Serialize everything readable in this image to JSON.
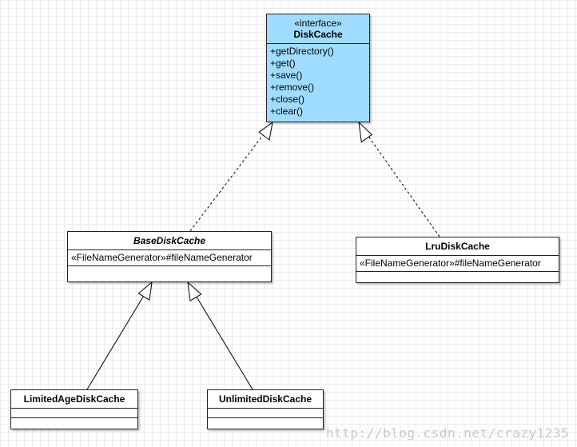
{
  "diagram": {
    "classes": {
      "disk_cache": {
        "stereotype": "«interface»",
        "name": "DiskCache",
        "fill": "#9fdcff",
        "operations": [
          "+getDirectory()",
          "+get()",
          "+save()",
          "+remove()",
          "+close()",
          "+clear()"
        ]
      },
      "base_disk_cache": {
        "name": "BaseDiskCache",
        "attributes": [
          "«FileNameGenerator»#fileNameGenerator"
        ]
      },
      "lru_disk_cache": {
        "name": "LruDiskCache",
        "attributes": [
          "«FileNameGenerator»#fileNameGenerator"
        ]
      },
      "limited_age_disk_cache": {
        "name": "LimitedAgeDiskCache"
      },
      "unlimited_disk_cache": {
        "name": "UnlimitedDiskCache"
      }
    },
    "relations": [
      {
        "type": "realization",
        "from": "BaseDiskCache",
        "to": "DiskCache"
      },
      {
        "type": "realization",
        "from": "LruDiskCache",
        "to": "DiskCache"
      },
      {
        "type": "generalization",
        "from": "LimitedAgeDiskCache",
        "to": "BaseDiskCache"
      },
      {
        "type": "generalization",
        "from": "UnlimitedDiskCache",
        "to": "BaseDiskCache"
      }
    ]
  },
  "watermark": "http://blog.csdn.net/crazy1235"
}
